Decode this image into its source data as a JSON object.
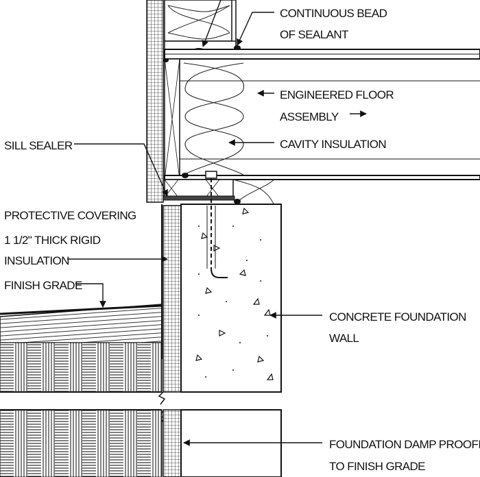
{
  "labels": {
    "continuous_bead_line1": "CONTINUOUS BEAD",
    "continuous_bead_line2": "OF SEALANT",
    "engineered_floor_line1": "ENGINEERED FLOOR",
    "engineered_floor_line2": "ASSEMBLY",
    "cavity_insulation": "CAVITY INSULATION",
    "sill_sealer": "SILL SEALER",
    "protective_covering": "PROTECTIVE COVERING",
    "rigid_insulation_line1": "1 1/2\" THICK RIGID",
    "rigid_insulation_line2": "INSULATION",
    "finish_grade": "FINISH GRADE",
    "concrete_wall_line1": "CONCRETE FOUNDATION",
    "concrete_wall_line2": "WALL",
    "damp_proofing_line1": "FOUNDATION DAMP PROOFING",
    "damp_proofing_line2": "TO FINISH GRADE"
  },
  "colors": {
    "ink": "#111111",
    "background": "#ffffff",
    "hatch": "#444444"
  }
}
